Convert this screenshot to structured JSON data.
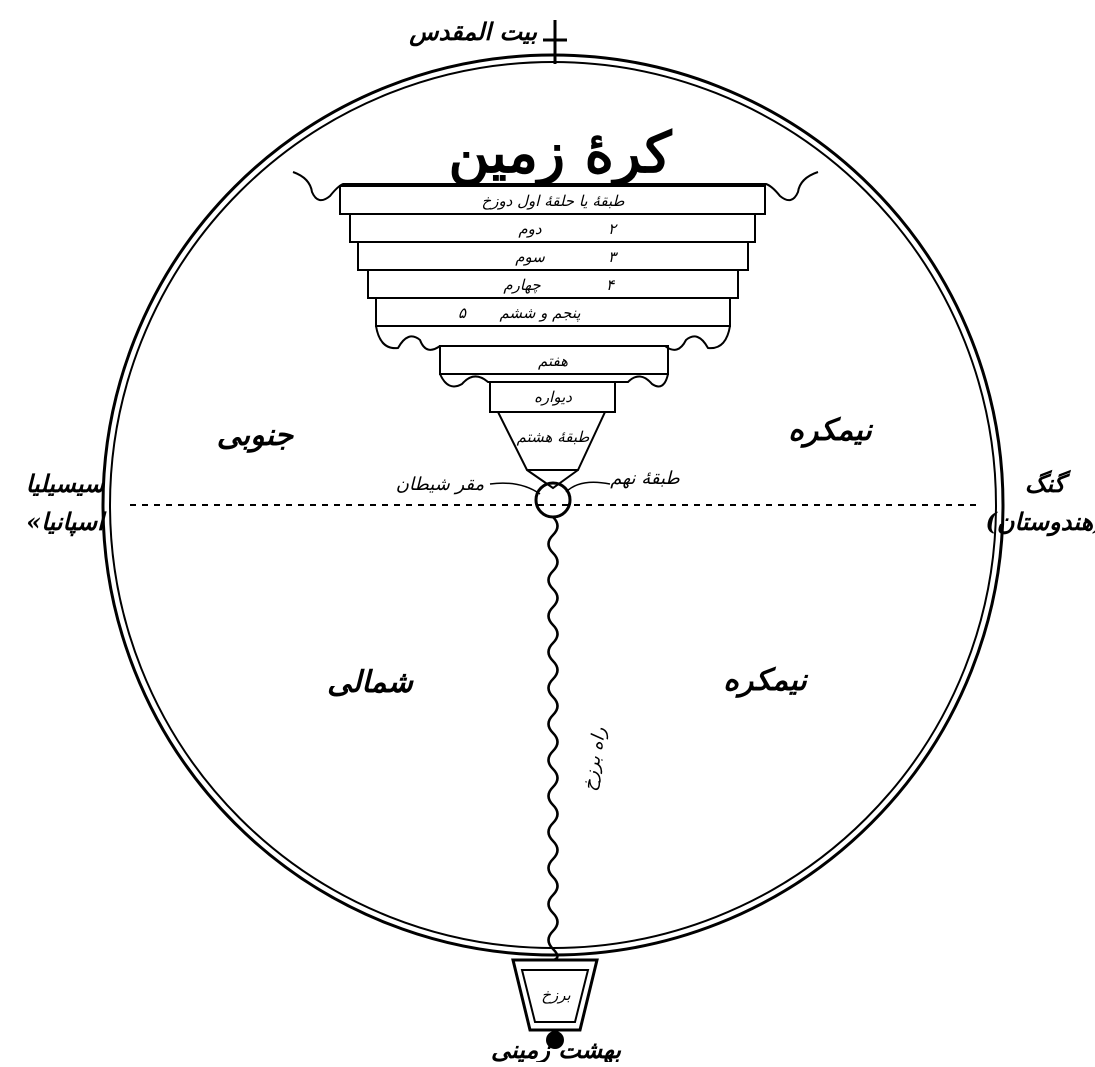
{
  "labels": {
    "top": "بيت المقدس",
    "title": "كرهٔ زمين",
    "south_hemisphere_a": "جنوبى",
    "south_hemisphere_b": "نيمكره",
    "north_hemisphere_a": "شمالى",
    "north_hemisphere_b": "نيمكره",
    "left_outside_1": "سيسيليا",
    "left_outside_2": "«اسپانيا",
    "right_outside_1": "گنگ",
    "right_outside_2": "(هندوستان)",
    "center_left": "مقر شيطان",
    "center_right": "طبقهٔ نهم",
    "path_label": "راه برزخ",
    "bottom_box": "برزخ",
    "bottom": "بهشت زمينى"
  },
  "tiers": [
    {
      "label": "طبقهٔ يا حلقهٔ اول دوزخ",
      "num": ""
    },
    {
      "label": "دوم",
      "num": "۲"
    },
    {
      "label": "سوم",
      "num": "۳"
    },
    {
      "label": "چهارم",
      "num": "۴"
    },
    {
      "label": "پنجم و ششم",
      "num": "۵"
    },
    {
      "label": "هفتم",
      "num": ""
    },
    {
      "label": "ديواره",
      "num": ""
    },
    {
      "label": "طبقهٔ هشتم",
      "num": ""
    }
  ]
}
